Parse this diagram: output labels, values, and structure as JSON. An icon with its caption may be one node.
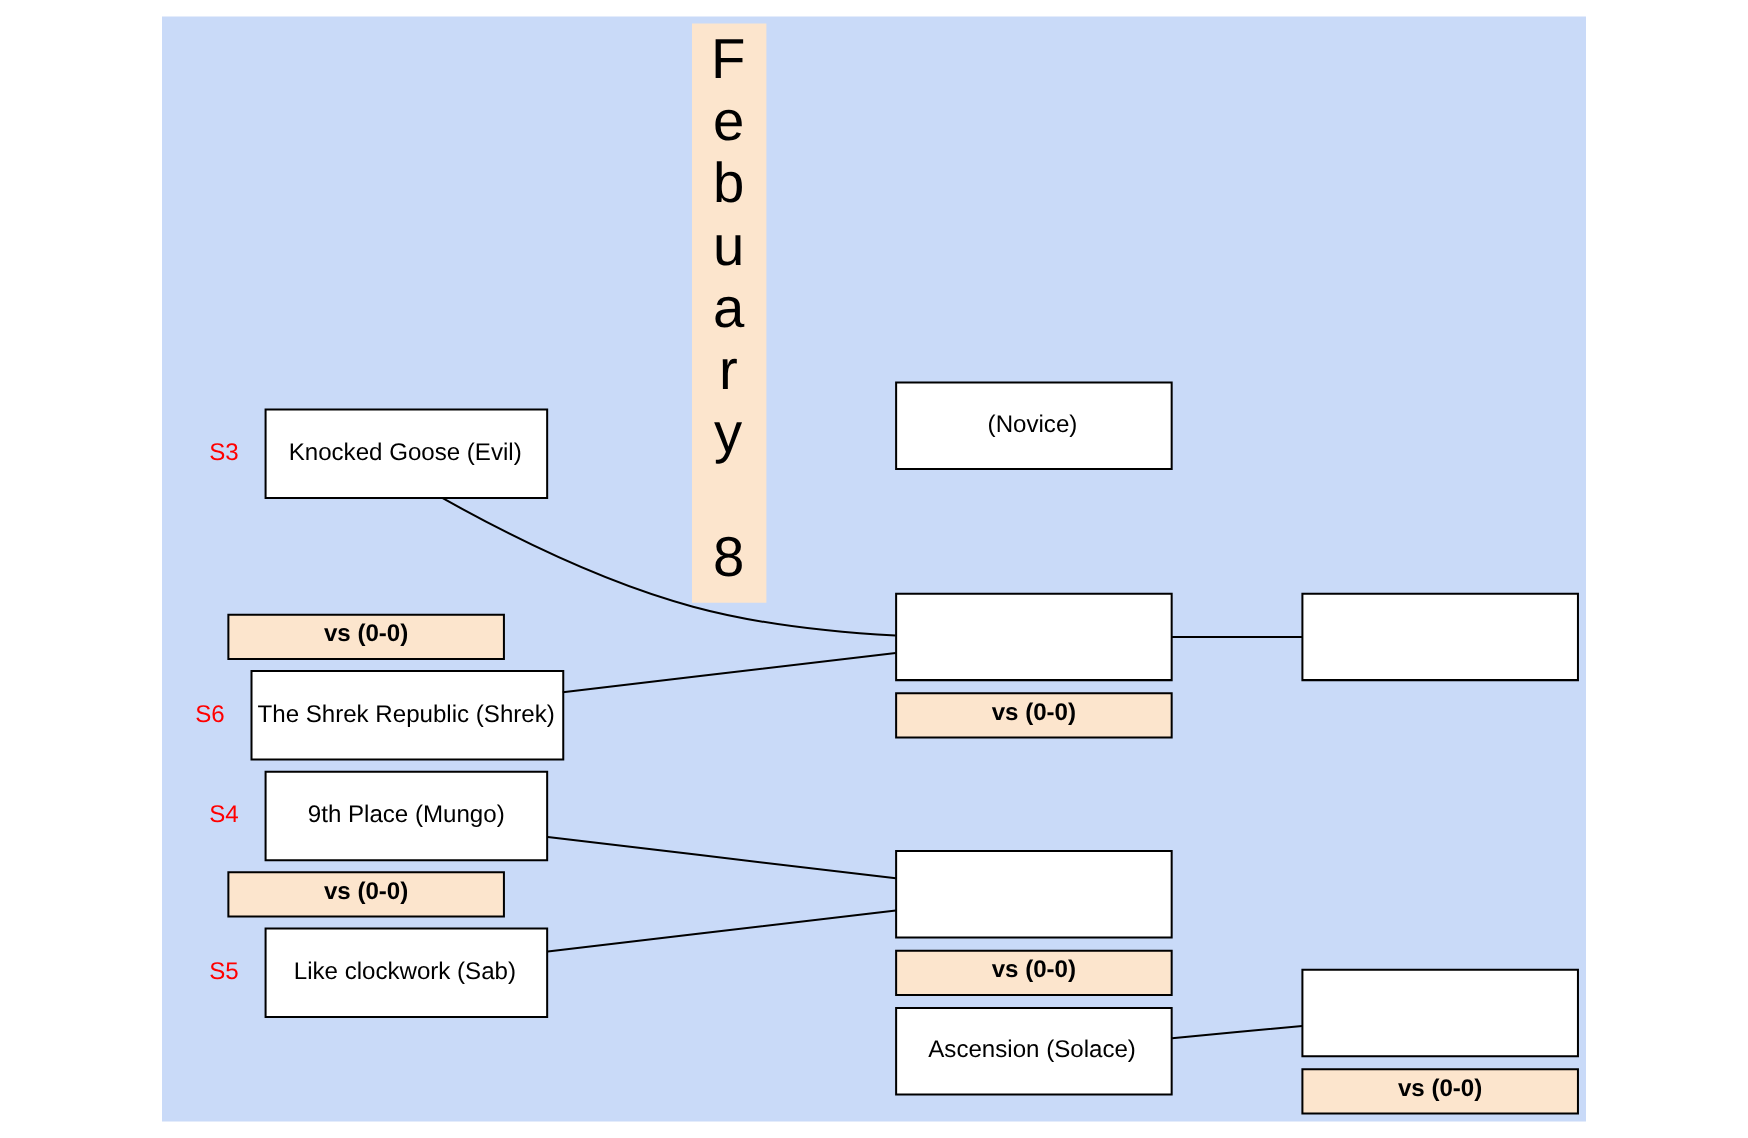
{
  "diagram": {
    "nodes": [
      {
        "text": [
          "Febuary 8"
        ]
      },
      {
        "text": [
          "(Novice)"
        ]
      },
      {
        "text": [
          "vs (0-0)"
        ]
      },
      {
        "text": [],
        "shape": "box"
      },
      {
        "text": [
          "Knocked Goose (Evil)"
        ],
        "beside": [
          "S3"
        ]
      },
      {
        "text": [
          "vs (0-0)"
        ]
      },
      {
        "text": [
          "The Shrek Republic (Shrek)"
        ],
        "beside": [
          "S6"
        ]
      },
      {
        "text": [],
        "shape": "box"
      },
      {
        "text": [
          "vs (0-0)"
        ]
      },
      {
        "text": [
          "9th Place (Mungo)"
        ],
        "beside": [
          "S4"
        ]
      },
      {
        "text": [],
        "shape": "box"
      },
      {
        "text": [],
        "shape": "box"
      },
      {
        "text": [
          "vs (0-0)"
        ]
      },
      {
        "text": [
          "vs (0-0)"
        ]
      },
      {
        "text": [
          "Like clockwork (Sab)"
        ],
        "beside": [
          "S5"
        ]
      },
      {
        "text": [
          "Ascension (Solace)"
        ]
      }
    ],
    "edges": [
      {
        "from": 4,
        "to": 3,
        "arrow": "none"
      },
      {
        "from": 6,
        "to": 3,
        "arrow": "none"
      },
      {
        "from": 9,
        "to": 10,
        "arrow": "none"
      },
      {
        "from": 14,
        "to": 10,
        "arrow": "none"
      },
      {
        "from": 3,
        "to": 7,
        "arrow": "none"
      },
      {
        "from": 15,
        "to": 11,
        "arrow": "none"
      }
    ]
  }
}
